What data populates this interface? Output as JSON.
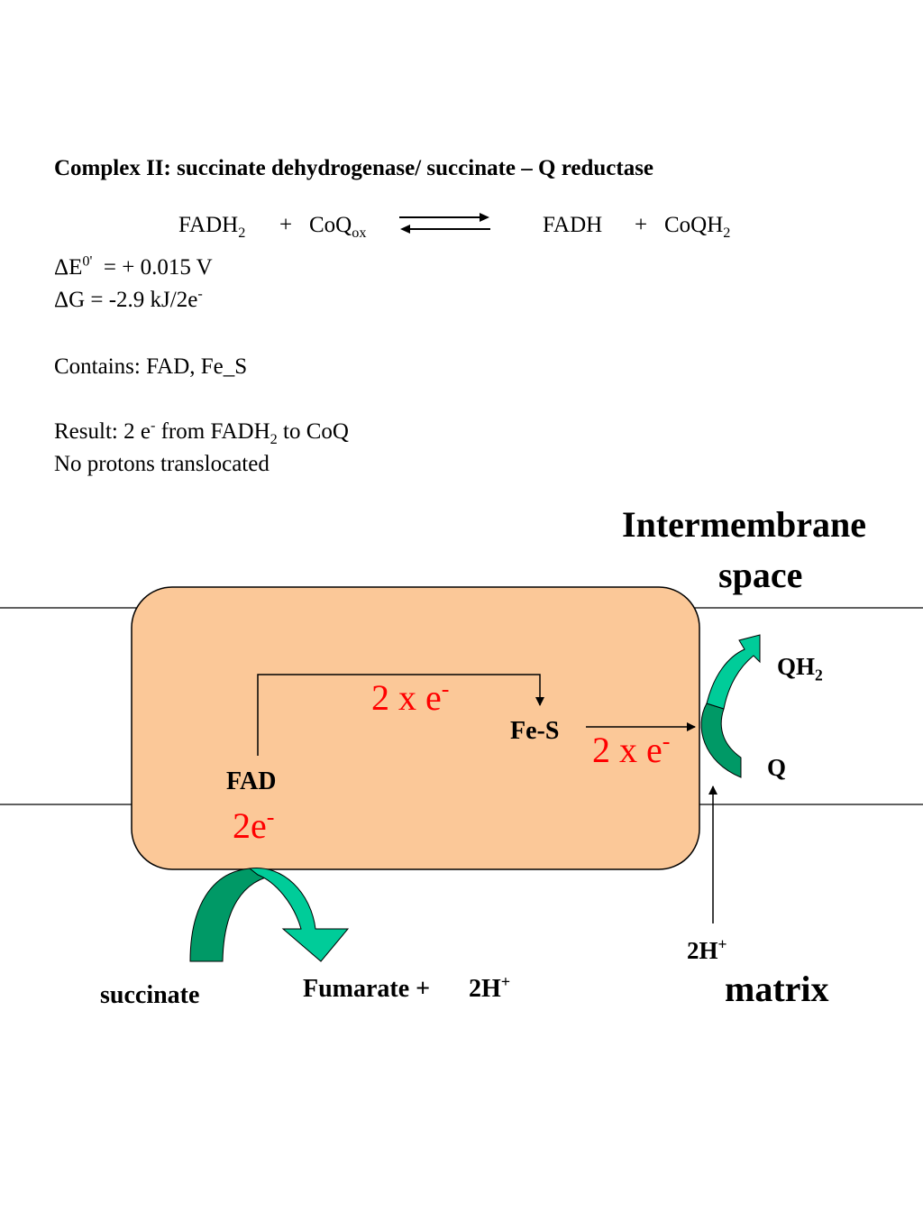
{
  "header": {
    "title": "Complex II:  succinate dehydrogenase/  succinate – Q reductase"
  },
  "reaction": {
    "left_main": "FADH",
    "left_sub": "2",
    "plus1": "+",
    "coq": "CoQ",
    "coq_sub": "ox",
    "right_main": "FADH",
    "plus2": "+",
    "coqh": "CoQH",
    "coqh_sub": "2"
  },
  "thermo": {
    "delta_e_symbol": "ΔE",
    "delta_e_sup": "0'",
    "delta_e_value": "= + 0.015 V",
    "delta_g_text": "ΔG = -2.9 kJ/2e",
    "delta_g_sup": "-"
  },
  "contains": {
    "text": "Contains:  FAD,  Fe_S"
  },
  "result": {
    "prefix": "Result:  2 e",
    "sup": "-",
    "middle": " from FADH",
    "sub": "2",
    "suffix": " to CoQ",
    "line2": "No protons translocated"
  },
  "labels": {
    "intermembrane_line1": "Intermembrane",
    "intermembrane_line2": "space",
    "matrix": "matrix",
    "qh2_main": "QH",
    "qh2_sub": "2",
    "q": "Q",
    "fad": "FAD",
    "fes": "Fe-S",
    "electrons_top": "2 x e",
    "electrons_top_sup": "-",
    "electrons_right": "2 x e",
    "electrons_right_sup": "-",
    "two_e": "2e",
    "two_e_sup": "-",
    "succinate": "succinate",
    "fumarate": "Fumarate +",
    "fumarate_h": "2H",
    "fumarate_h_sup": "+",
    "protons": "2H",
    "protons_sup": "+"
  },
  "colors": {
    "complex_fill": "#FBC898",
    "arrow_dark": "#009966",
    "arrow_light": "#00CC99",
    "electron_red": "#FF0000"
  }
}
